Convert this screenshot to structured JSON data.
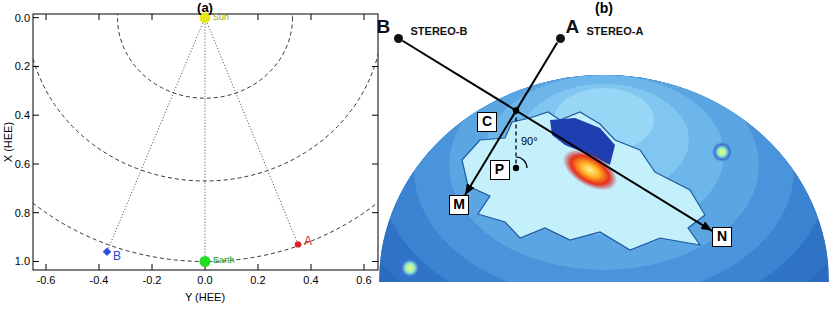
{
  "diagram": {
    "nodes": [
      {
        "text": [
          "B",
          "STEREO-B"
        ]
      },
      {
        "text": [
          "A",
          "STEREO-A"
        ]
      },
      {
        "text": [
          "C"
        ]
      },
      {
        "text": [
          "M"
        ]
      },
      {
        "text": [
          "P"
        ]
      },
      {
        "text": [
          "N"
        ]
      }
    ],
    "edges": [
      {
        "from": 0,
        "to": 5,
        "arrow": "to"
      },
      {
        "from": 1,
        "to": 3,
        "arrow": "to"
      }
    ],
    "labels": [
      "(a)",
      "0.0",
      "0.2",
      "0.4",
      "0.6",
      "0.8",
      "1.0",
      "-0.6",
      "-0.4",
      "-0.2",
      "0.0",
      "0.2",
      "0.4",
      "0.6",
      "X (HEE)",
      "Y (HEE)",
      "Sun",
      "Earth",
      "B",
      "A",
      "(b)",
      "90°"
    ]
  }
}
